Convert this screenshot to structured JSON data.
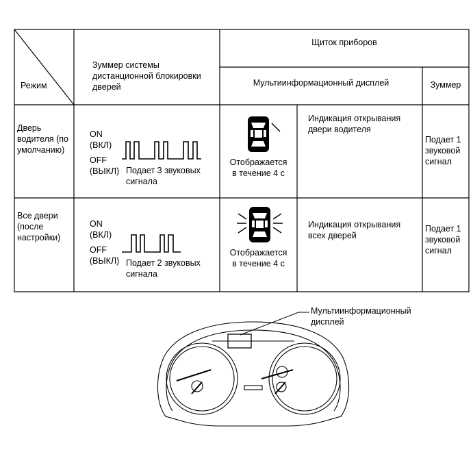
{
  "table": {
    "corner_label": "Режим",
    "col_buzzer_system": "Зуммер системы\nдистанционной блокировки\nдверей",
    "col_panel": "Щиток приборов",
    "col_display": "Мультиинформационный дисплей",
    "col_buzzer": "Зуммер",
    "rows": [
      {
        "mode": "Дверь\nводителя (по\nумолчанию)",
        "on_label": "ON\n(ВКЛ)",
        "off_label": "OFF\n(ВЫКЛ)",
        "beeps": 3,
        "buzzer_text": "Подает 3 звуковых\nсигнала",
        "display_caption": "Отображается\nв течение 4 с",
        "indication": "Индикация открывания\nдвери водителя",
        "buzzer_result": "Подает 1\nзвуковой\nсигнал"
      },
      {
        "mode": "Все двери\n(после\nнастройки)",
        "on_label": "ON\n(ВКЛ)",
        "off_label": "OFF\n(ВЫКЛ)",
        "beeps": 2,
        "buzzer_text": "Подает 2 звуковых\nсигнала",
        "display_caption": "Отображается\nв течение 4 с",
        "indication": "Индикация открывания\nвсех дверей",
        "buzzer_result": "Подает 1\nзвуковой\nсигнал"
      }
    ]
  },
  "cluster": {
    "callout_label": "Мультиинформационный\nдисплей"
  }
}
